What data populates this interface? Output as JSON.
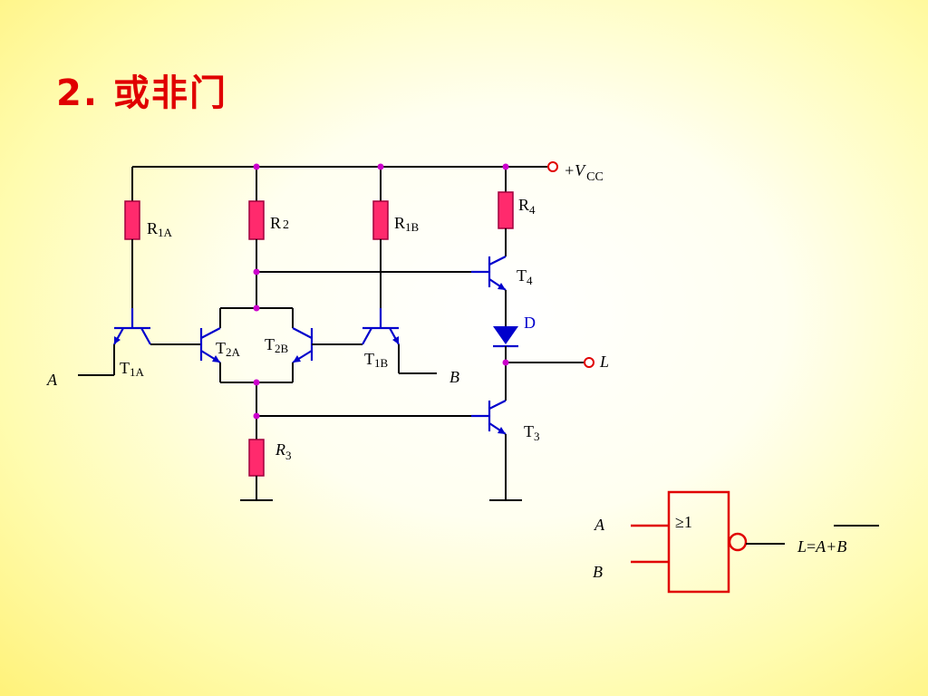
{
  "slide": {
    "title_number": "2",
    "title_dot": ".",
    "title_text": "或非门"
  },
  "circuit": {
    "vcc_label": "+V",
    "vcc_sub": "CC",
    "resistors": {
      "R1A": {
        "main": "R",
        "sub": "1A"
      },
      "R2": {
        "main": "R",
        "sub": "2"
      },
      "R1B": {
        "main": "R",
        "sub": "1B"
      },
      "R4": {
        "main": "R",
        "sub": "4"
      },
      "R3": {
        "main": "R",
        "sub": "3"
      }
    },
    "transistors": {
      "T1A": {
        "main": "T",
        "sub": "1A"
      },
      "T2A": {
        "main": "T",
        "sub": "2A"
      },
      "T2B": {
        "main": "T",
        "sub": "2B"
      },
      "T1B": {
        "main": "T",
        "sub": "1B"
      },
      "T4": {
        "main": "T",
        "sub": "4"
      },
      "T3": {
        "main": "T",
        "sub": "3"
      }
    },
    "diode_label": "D",
    "input_a": "A",
    "input_b": "B",
    "output_l": "L"
  },
  "logic_symbol": {
    "gate_mark": "≥1",
    "input_a": "A",
    "input_b": "B",
    "expr_lhs": "L",
    "expr_eq": "=",
    "expr_rhs": "A+B"
  },
  "colors": {
    "title": "#e00000",
    "transistor": "#0000cc",
    "resistor": "#ff2a6d",
    "node": "#cc00cc",
    "gate_symbol": "#e00000"
  }
}
